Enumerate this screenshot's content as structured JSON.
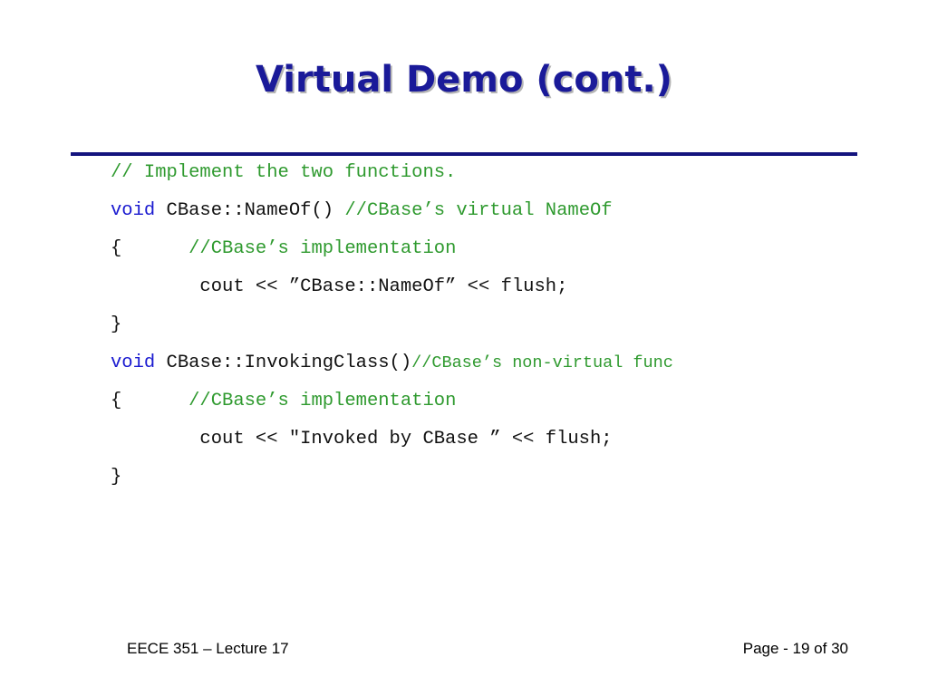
{
  "slide": {
    "title": "Virtual Demo (cont.)"
  },
  "code": {
    "line1": {
      "comment": "// Implement the two functions."
    },
    "line2": {
      "keyword": "void",
      "code": " CBase::NameOf() ",
      "comment": "//CBase’s virtual NameOf"
    },
    "line3": {
      "code": "{      ",
      "comment": "//CBase’s implementation"
    },
    "line4": {
      "code": "        cout << ”CBase::NameOf” << flush;"
    },
    "line5": {
      "code": "}"
    },
    "line6": {
      "keyword": "void",
      "code": " CBase::InvokingClass()",
      "comment": "//CBase’s non-virtual func"
    },
    "line7": {
      "code": "{      ",
      "comment": "//CBase’s implementation"
    },
    "line8": {
      "code": "        cout << \"Invoked by CBase ” << flush;"
    },
    "line9": {
      "code": "}"
    }
  },
  "footer": {
    "course": "EECE 351 – Lecture 17",
    "page": "Page - 19 of 30"
  },
  "colors": {
    "title": "#1a1a99",
    "rule": "#14147e",
    "keyword": "#1a1ad0",
    "comment": "#2f9a2f"
  }
}
